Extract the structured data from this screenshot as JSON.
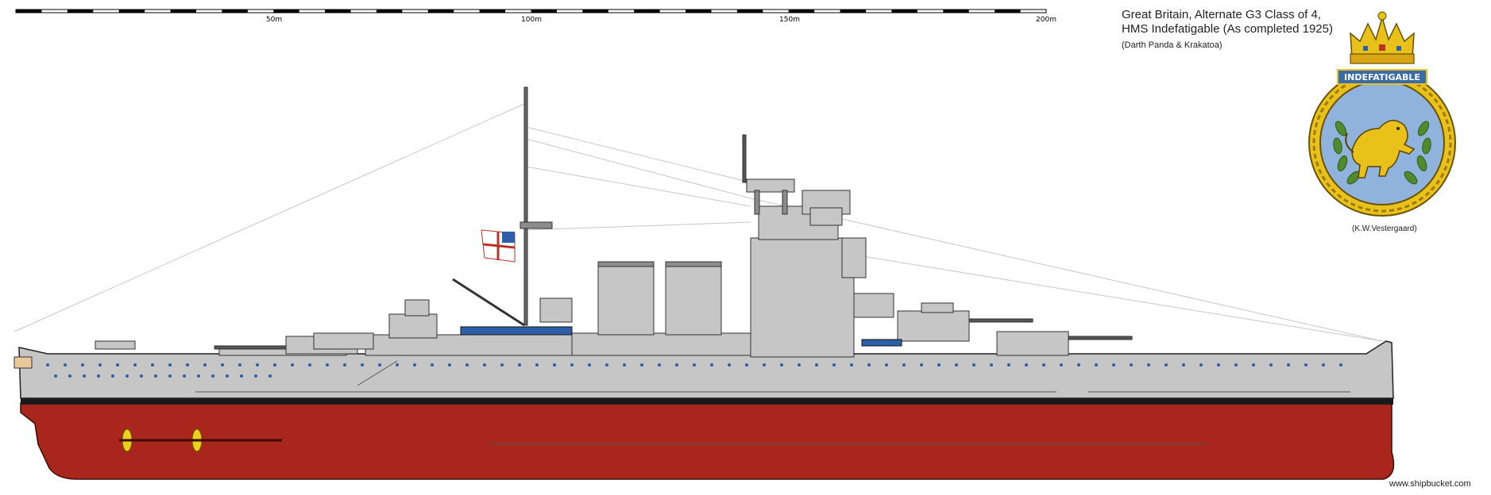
{
  "scale": {
    "labels": [
      "50m",
      "100m",
      "150m",
      "200m"
    ]
  },
  "title": {
    "line1": "Great Britain, Alternate G3 Class of 4,",
    "line2": "HMS Indefatigable (As completed 1925)",
    "authors": "(Darth Panda & Krakatoa)"
  },
  "crest": {
    "motto": "INDEFATIGABLE",
    "credit": "(K.W.Vestergaard)"
  },
  "site": {
    "url": "www.shipbucket.com"
  },
  "colors": {
    "hull_grey": "#c6c6c6",
    "hull_red": "#a8261c",
    "boot_black": "#1a1a1a",
    "deck_dark": "#8c8c8c",
    "crest_gold": "#e8c11b",
    "crest_blue": "#8fb3dc"
  }
}
